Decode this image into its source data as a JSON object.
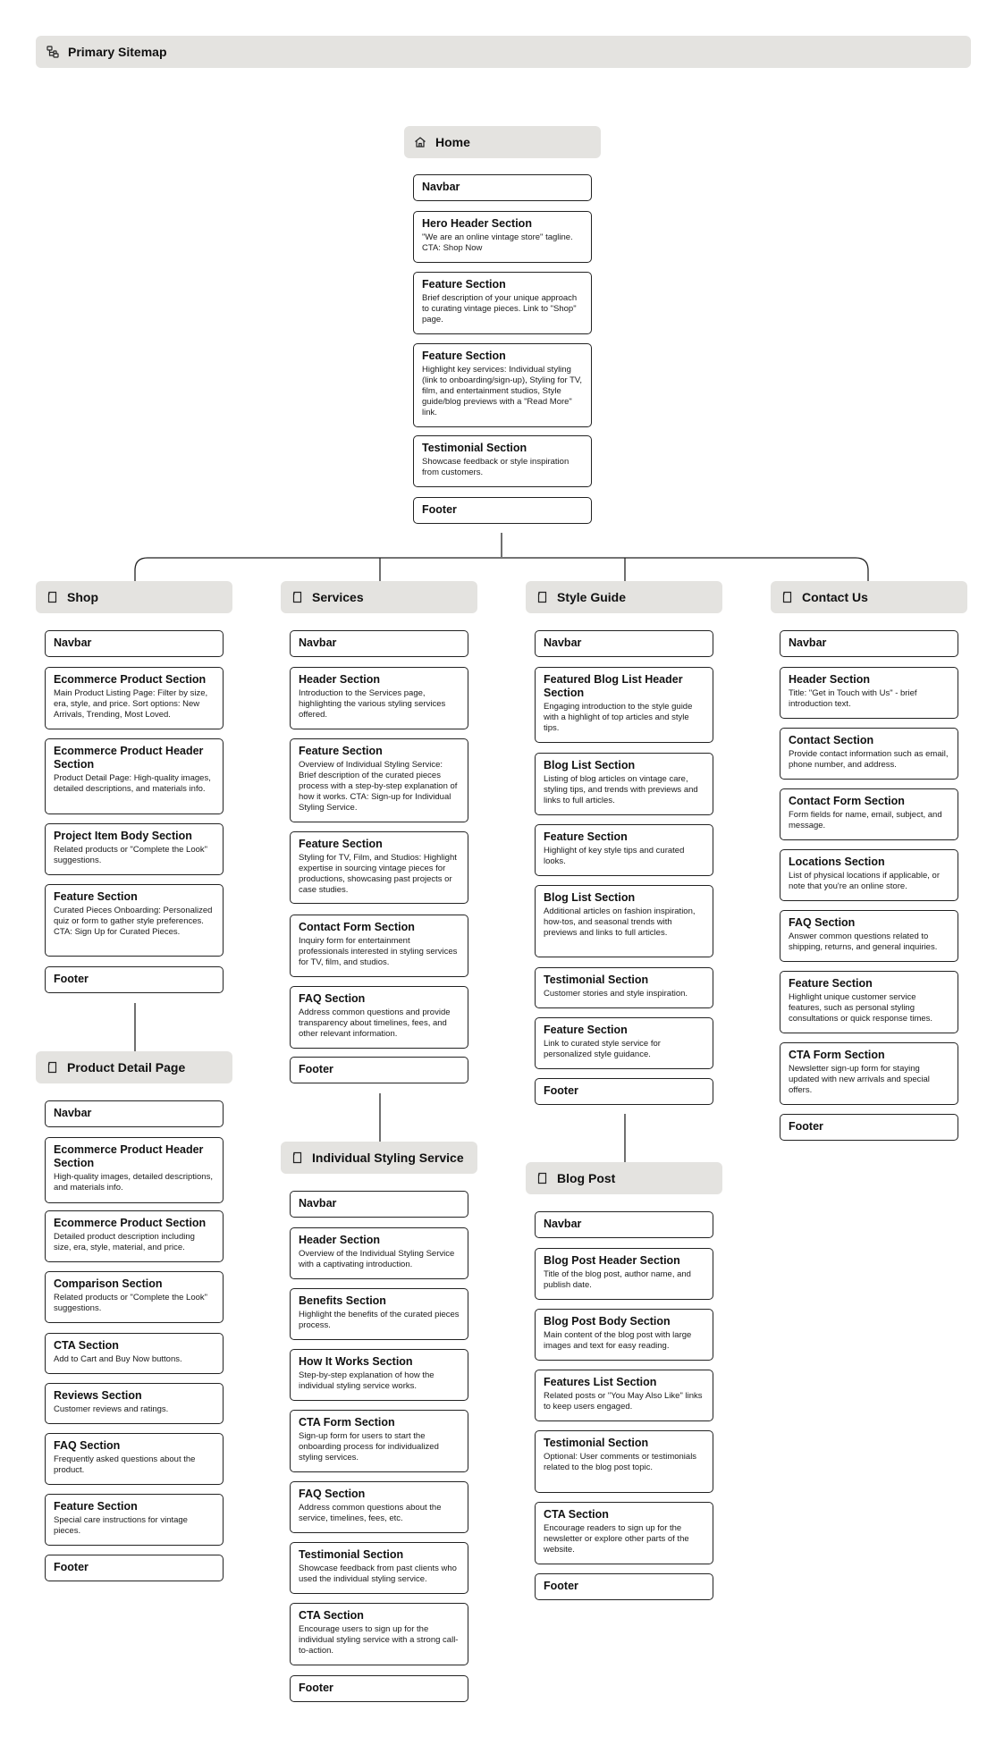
{
  "topbar": {
    "title": "Primary Sitemap",
    "icon": "sitemap-icon"
  },
  "home": {
    "title": "Home",
    "icon": "home-icon",
    "sections": [
      {
        "title": "Navbar",
        "desc": ""
      },
      {
        "title": "Hero Header Section",
        "desc": "\"We are an online vintage store\" tagline. CTA: Shop Now"
      },
      {
        "title": "Feature Section",
        "desc": "Brief description of your unique approach to curating vintage pieces. Link to \"Shop\" page."
      },
      {
        "title": "Feature Section",
        "desc": "Highlight key services: Individual styling (link to onboarding/sign-up), Styling for TV, film, and entertainment studios, Style guide/blog previews with a \"Read More\" link."
      },
      {
        "title": "Testimonial Section",
        "desc": "Showcase feedback or style inspiration from customers."
      },
      {
        "title": "Footer",
        "desc": ""
      }
    ]
  },
  "columns": [
    {
      "title": "Shop",
      "icon": "page-icon",
      "sections": [
        {
          "title": "Navbar",
          "desc": ""
        },
        {
          "title": "Ecommerce Product Section",
          "desc": "Main Product Listing Page: Filter by size, era, style, and price. Sort options: New Arrivals, Trending, Most Loved."
        },
        {
          "title": "Ecommerce Product Header Section",
          "desc": "Product Detail Page: High-quality images, detailed descriptions, and materials info."
        },
        {
          "title": "Project Item Body Section",
          "desc": "Related products or \"Complete the Look\" suggestions."
        },
        {
          "title": "Feature Section",
          "desc": "Curated Pieces Onboarding: Personalized quiz or form to gather style preferences. CTA: Sign Up for Curated Pieces."
        },
        {
          "title": "Footer",
          "desc": ""
        }
      ],
      "child": {
        "title": "Product Detail Page",
        "icon": "page-icon",
        "sections": [
          {
            "title": "Navbar",
            "desc": ""
          },
          {
            "title": "Ecommerce Product Header Section",
            "desc": "High-quality images, detailed descriptions, and materials info."
          },
          {
            "title": "Ecommerce Product Section",
            "desc": "Detailed product description including size, era, style, material, and price."
          },
          {
            "title": "Comparison Section",
            "desc": "Related products or \"Complete the Look\" suggestions."
          },
          {
            "title": "CTA Section",
            "desc": "Add to Cart and Buy Now buttons."
          },
          {
            "title": "Reviews Section",
            "desc": "Customer reviews and ratings."
          },
          {
            "title": "FAQ Section",
            "desc": "Frequently asked questions about the product."
          },
          {
            "title": "Feature Section",
            "desc": "Special care instructions for vintage pieces."
          },
          {
            "title": "Footer",
            "desc": ""
          }
        ]
      }
    },
    {
      "title": "Services",
      "icon": "page-icon",
      "sections": [
        {
          "title": "Navbar",
          "desc": ""
        },
        {
          "title": "Header Section",
          "desc": "Introduction to the Services page, highlighting the various styling services offered."
        },
        {
          "title": "Feature Section",
          "desc": "Overview of Individual Styling Service: Brief description of the curated pieces process with a step-by-step explanation of how it works. CTA: Sign-up for Individual Styling Service."
        },
        {
          "title": "Feature Section",
          "desc": "Styling for TV, Film, and Studios: Highlight expertise in sourcing vintage pieces for productions, showcasing past projects or case studies."
        },
        {
          "title": "Contact Form Section",
          "desc": "Inquiry form for entertainment professionals interested in styling services for TV, film, and studios."
        },
        {
          "title": "FAQ Section",
          "desc": "Address common questions and provide transparency about timelines, fees, and other relevant information."
        },
        {
          "title": "Footer",
          "desc": ""
        }
      ],
      "child": {
        "title": "Individual Styling Service",
        "icon": "page-icon",
        "sections": [
          {
            "title": "Navbar",
            "desc": ""
          },
          {
            "title": "Header Section",
            "desc": "Overview of the Individual Styling Service with a captivating introduction."
          },
          {
            "title": "Benefits Section",
            "desc": "Highlight the benefits of the curated pieces process."
          },
          {
            "title": "How It Works Section",
            "desc": "Step-by-step explanation of how the individual styling service works."
          },
          {
            "title": "CTA Form Section",
            "desc": "Sign-up form for users to start the onboarding process for individualized styling services."
          },
          {
            "title": "FAQ Section",
            "desc": "Address common questions about the service, timelines, fees, etc."
          },
          {
            "title": "Testimonial Section",
            "desc": "Showcase feedback from past clients who used the individual styling service."
          },
          {
            "title": "CTA Section",
            "desc": "Encourage users to sign up for the individual styling service with a strong call-to-action."
          },
          {
            "title": "Footer",
            "desc": ""
          }
        ]
      }
    },
    {
      "title": "Style Guide",
      "icon": "page-icon",
      "sections": [
        {
          "title": "Navbar",
          "desc": ""
        },
        {
          "title": "Featured Blog List Header Section",
          "desc": "Engaging introduction to the style guide with a highlight of top articles and style tips."
        },
        {
          "title": "Blog List Section",
          "desc": "Listing of blog articles on vintage care, styling tips, and trends with previews and links to full articles."
        },
        {
          "title": "Feature Section",
          "desc": "Highlight of key style tips and curated looks."
        },
        {
          "title": "Blog List Section",
          "desc": "Additional articles on fashion inspiration, how-tos, and seasonal trends with previews and links to full articles."
        },
        {
          "title": "Testimonial Section",
          "desc": "Customer stories and style inspiration."
        },
        {
          "title": "Feature Section",
          "desc": "Link to curated style service for personalized style guidance."
        },
        {
          "title": "Footer",
          "desc": ""
        }
      ],
      "child": {
        "title": "Blog Post",
        "icon": "page-icon",
        "sections": [
          {
            "title": "Navbar",
            "desc": ""
          },
          {
            "title": "Blog Post Header Section",
            "desc": "Title of the blog post, author name, and publish date."
          },
          {
            "title": "Blog Post Body Section",
            "desc": "Main content of the blog post with large images and text for easy reading."
          },
          {
            "title": "Features List Section",
            "desc": "Related posts or \"You May Also Like\" links to keep users engaged."
          },
          {
            "title": "Testimonial Section",
            "desc": "Optional: User comments or testimonials related to the blog post topic."
          },
          {
            "title": "CTA Section",
            "desc": "Encourage readers to sign up for the newsletter or explore other parts of the website."
          },
          {
            "title": "Footer",
            "desc": ""
          }
        ]
      }
    },
    {
      "title": "Contact Us",
      "icon": "page-icon",
      "sections": [
        {
          "title": "Navbar",
          "desc": ""
        },
        {
          "title": "Header Section",
          "desc": "Title: \"Get in Touch with Us\" - brief introduction text."
        },
        {
          "title": "Contact Section",
          "desc": "Provide contact information such as email, phone number, and address."
        },
        {
          "title": "Contact Form Section",
          "desc": "Form fields for name, email, subject, and message."
        },
        {
          "title": "Locations Section",
          "desc": "List of physical locations if applicable, or note that you're an online store."
        },
        {
          "title": "FAQ Section",
          "desc": "Answer common questions related to shipping, returns, and general inquiries."
        },
        {
          "title": "Feature Section",
          "desc": "Highlight unique customer service features, such as personal styling consultations or quick response times."
        },
        {
          "title": "CTA Form Section",
          "desc": "Newsletter sign-up form for staying updated with new arrivals and special offers."
        },
        {
          "title": "Footer",
          "desc": ""
        }
      ]
    }
  ]
}
